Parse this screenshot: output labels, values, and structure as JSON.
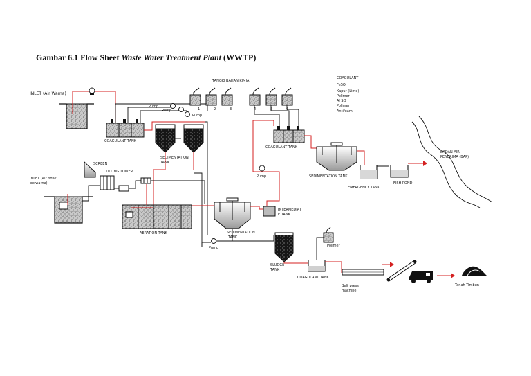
{
  "title": {
    "prefix": "Gambar 6.1  Flow Sheet ",
    "italic": "Waste Water Treatment Plant",
    "suffix": " (WWTP)"
  },
  "labels": {
    "inlet_color": "INLET (Air Warna)",
    "inlet_plain_1": "INLET (Air tidak",
    "inlet_plain_2": "berwarna)",
    "coagulant_tank_1": "COAGULANT TANK",
    "coagulant_tank_2": "COAGULANT TANK",
    "coagulant_tank_3": "COAGULANT TANK",
    "pump_1": "Pump",
    "pump_2": "Pump",
    "pump_3": "Pump",
    "pump_4": "Pump",
    "pump_5": "Pump",
    "tanki_bahan_kimia": "TANGKI BAHAN KIMIA",
    "tank_numbers": [
      "1",
      "2",
      "3",
      "4",
      "5",
      "6"
    ],
    "sed_tank_1_a": "SEDIMENTATION",
    "sed_tank_1_b": "TANK",
    "screen": "SCREEN",
    "colling_tower": "COLLING TOWER",
    "aeration_tank": "AERATION TANK",
    "sed_tank_2": "SEDIMENTATION",
    "sed_tank_2_b": "TANK",
    "intermediate_1": "INTERMEDIAT",
    "intermediate_2": "E TANK",
    "sed_tank_3": "SEDIMENTATION TANK",
    "emergency_tank": "EMERGENCY TANK",
    "fish_pond": "FISH POND",
    "badan_air_1": "BADAN AIR",
    "badan_air_2": "PENERIMA (BAP)",
    "sludge_1": "SLUDGE",
    "sludge_2": "TANK",
    "polimer_label": "Polimer",
    "belt_1": "Belt press",
    "belt_2": "machine",
    "tanah_timbun": "Tanah Timbun"
  },
  "coagulant_list": {
    "heading": "COAGULANT :",
    "items": [
      "FeSO",
      "Kapur (Lime)",
      "Polimer",
      "Al SO",
      "Polimer",
      "Antifoam"
    ]
  },
  "colors": {
    "flow_red": "#d42020",
    "line_black": "#111111",
    "fill_gray": "#bdbdbd",
    "fill_dark": "#1a1a1a"
  }
}
